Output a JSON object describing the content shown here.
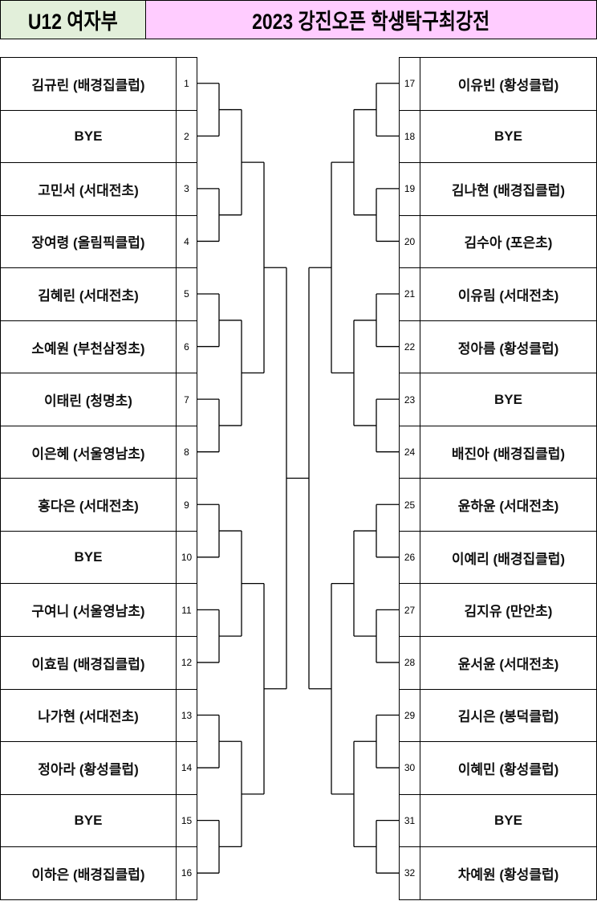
{
  "header": {
    "division": "U12 여자부",
    "title": "2023 강진오픈 학생탁구최강전"
  },
  "left": [
    {
      "seed": "1",
      "name": "김규린 (배경집클럽)"
    },
    {
      "seed": "2",
      "name": "BYE"
    },
    {
      "seed": "3",
      "name": "고민서 (서대전초)"
    },
    {
      "seed": "4",
      "name": "장여령 (올림픽클럽)"
    },
    {
      "seed": "5",
      "name": "김혜린 (서대전초)"
    },
    {
      "seed": "6",
      "name": "소예원 (부천삼정초)"
    },
    {
      "seed": "7",
      "name": "이태린 (청명초)"
    },
    {
      "seed": "8",
      "name": "이은혜 (서울영남초)"
    },
    {
      "seed": "9",
      "name": "홍다은 (서대전초)"
    },
    {
      "seed": "10",
      "name": "BYE"
    },
    {
      "seed": "11",
      "name": "구여니 (서울영남초)"
    },
    {
      "seed": "12",
      "name": "이효림 (배경집클럽)"
    },
    {
      "seed": "13",
      "name": "나가현 (서대전초)"
    },
    {
      "seed": "14",
      "name": "정아라 (황성클럽)"
    },
    {
      "seed": "15",
      "name": "BYE"
    },
    {
      "seed": "16",
      "name": "이하은 (배경집클럽)"
    }
  ],
  "right": [
    {
      "seed": "17",
      "name": "이유빈 (황성클럽)"
    },
    {
      "seed": "18",
      "name": "BYE"
    },
    {
      "seed": "19",
      "name": "김나현 (배경집클럽)"
    },
    {
      "seed": "20",
      "name": "김수아 (포은초)"
    },
    {
      "seed": "21",
      "name": "이유림 (서대전초)"
    },
    {
      "seed": "22",
      "name": "정아름 (황성클럽)"
    },
    {
      "seed": "23",
      "name": "BYE"
    },
    {
      "seed": "24",
      "name": "배진아 (배경집클럽)"
    },
    {
      "seed": "25",
      "name": "윤하윤 (서대전초)"
    },
    {
      "seed": "26",
      "name": "이예리 (배경집클럽)"
    },
    {
      "seed": "27",
      "name": "김지유 (만안초)"
    },
    {
      "seed": "28",
      "name": "윤서윤 (서대전초)"
    },
    {
      "seed": "29",
      "name": "김시은 (봉덕클럽)"
    },
    {
      "seed": "30",
      "name": "이혜민 (황성클럽)"
    },
    {
      "seed": "31",
      "name": "BYE"
    },
    {
      "seed": "32",
      "name": "차예원 (황성클럽)"
    }
  ],
  "colors": {
    "division_bg": "#E2EFDA",
    "title_bg": "#FFCCFF",
    "line": "#000000"
  }
}
